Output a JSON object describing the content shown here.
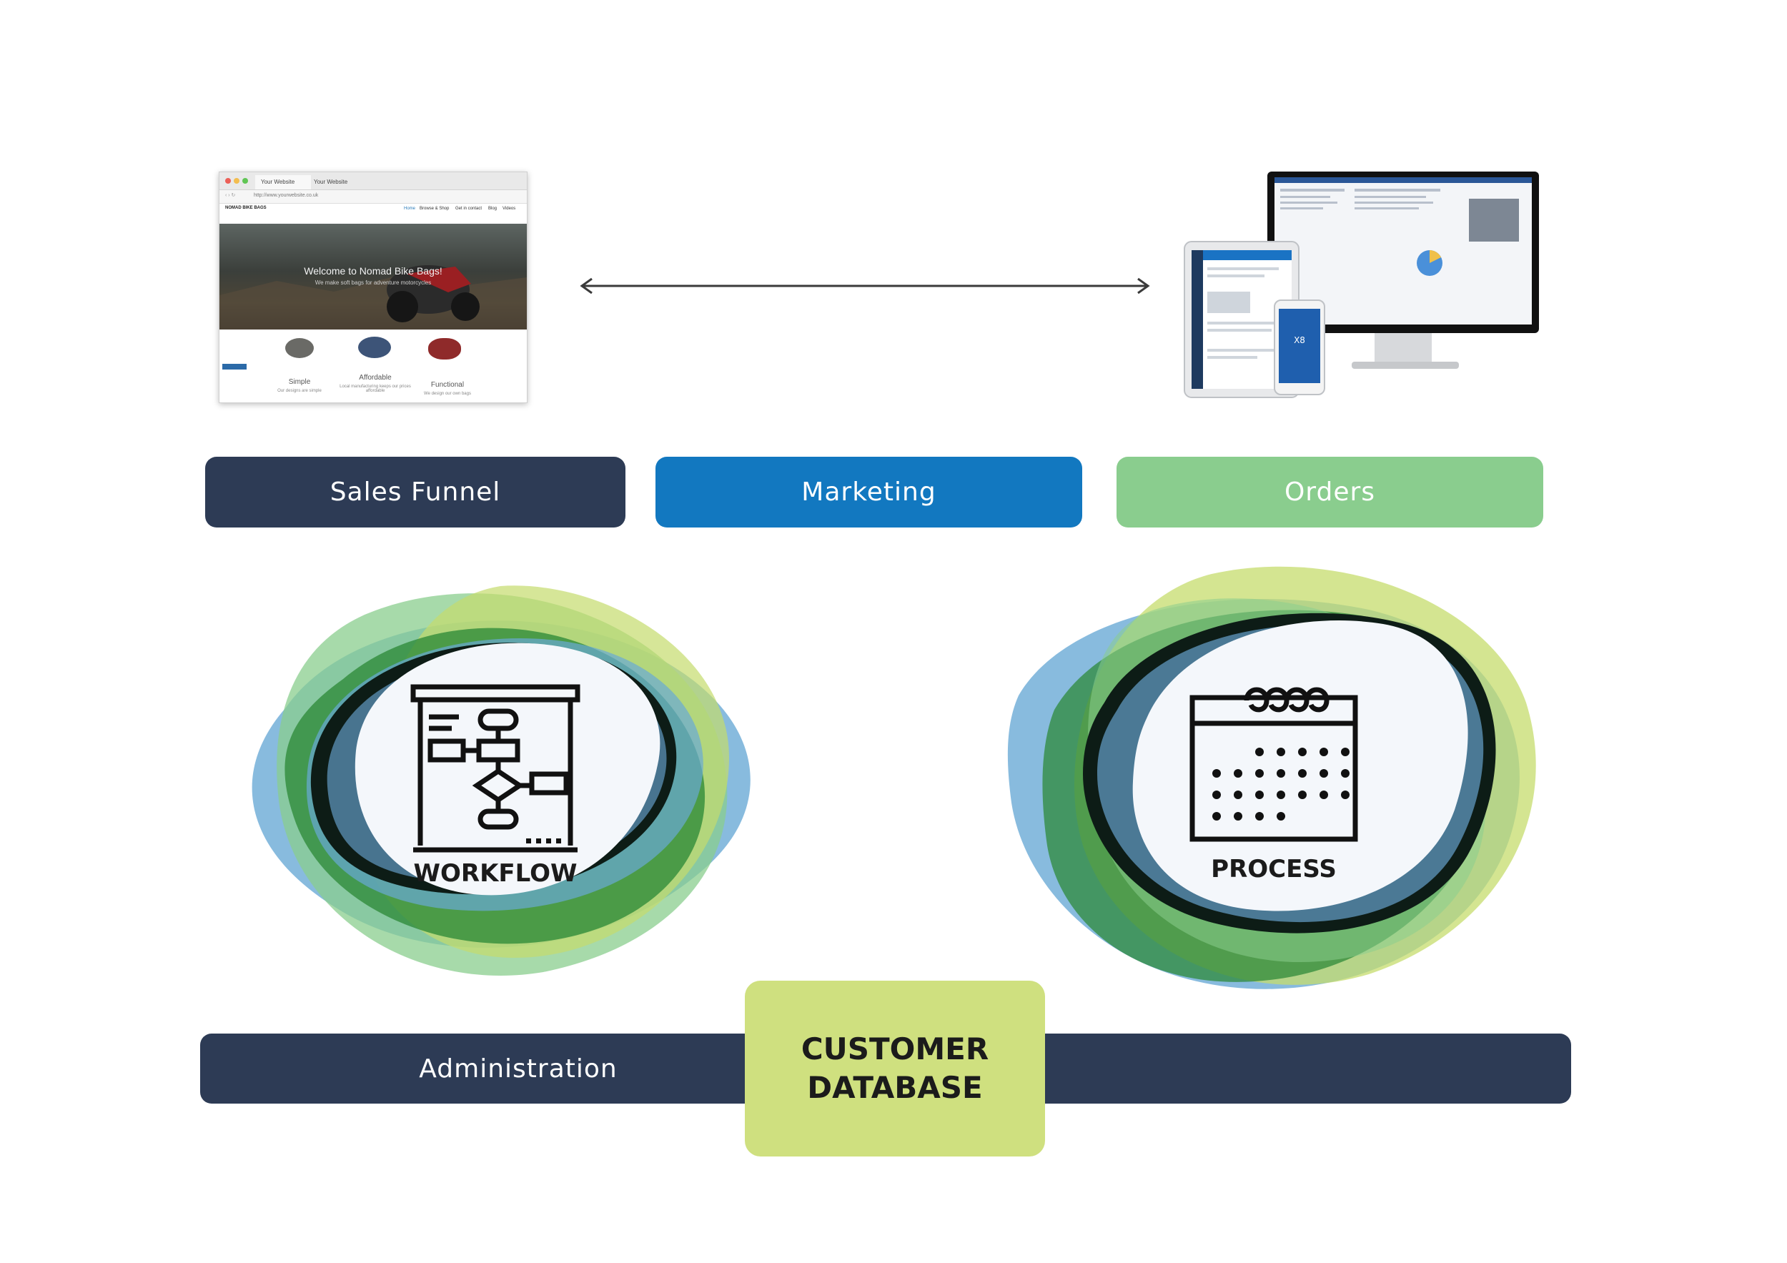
{
  "browser": {
    "tab_1": "Your Website",
    "tab_2": "Your Website",
    "address": "http://www.yourwebsite.co.uk",
    "logo": "NOMAD BIKE BAGS",
    "nav_items": [
      "Home",
      "Browse & Shop",
      "Get in contact",
      "Blog",
      "Videos"
    ],
    "hero_title": "Welcome to Nomad Bike Bags!",
    "hero_subtitle": "We make soft bags for adventure motorcycles",
    "features": [
      {
        "title": "Simple",
        "text": "Our designs are simple"
      },
      {
        "title": "Affordable",
        "text": "Local manufacturing keeps our prices affordable"
      },
      {
        "title": "Functional",
        "text": "We design our own bags"
      }
    ]
  },
  "categories": {
    "sales_funnel": "Sales Funnel",
    "marketing": "Marketing",
    "orders": "Orders"
  },
  "blobs": {
    "left_label": "WORKFLOW",
    "right_label": "PROCESS"
  },
  "bottom": {
    "administration": "Administration",
    "customer_database_line1": "CUSTOMER",
    "customer_database_line2": "DATABASE"
  },
  "colors": {
    "navy": "#2d3b55",
    "blue": "#1278c0",
    "green_light": "#8acd8e",
    "lime": "#cfe07f",
    "blob_blue": "#6aaad6",
    "blob_green": "#2e8a39",
    "blob_lime": "#c5dc6c",
    "blob_black": "#0d1c16"
  },
  "icons": {
    "left": "workflow-flowchart-icon",
    "right": "calendar-icon",
    "connector": "double-arrow-icon"
  }
}
